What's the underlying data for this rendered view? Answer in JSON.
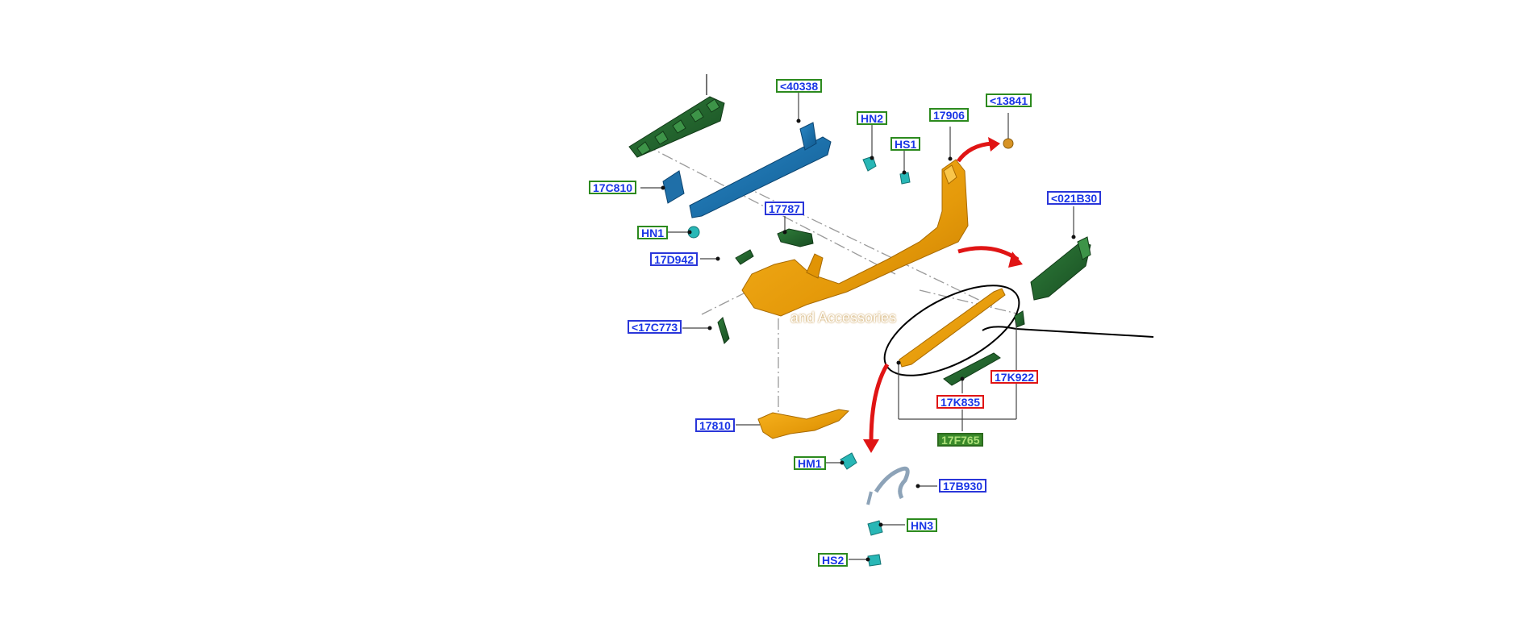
{
  "diagram": {
    "watermark": "and Accessories",
    "labels": {
      "l40338": "<40338",
      "l13841": "<13841",
      "lHN2": "HN2",
      "l17906": "17906",
      "lHS1": "HS1",
      "l17C810": "17C810",
      "l17787": "17787",
      "lHN1": "HN1",
      "l17D942": "17D942",
      "l021B30": "<021B30",
      "l17C773": "<17C773",
      "l17K922": "17K922",
      "l17K835": "17K835",
      "l17F765": "17F765",
      "l17810": "17810",
      "lHM1": "HM1",
      "l17B930": "17B930",
      "lHN3": "HN3",
      "lHS2": "HS2"
    }
  }
}
